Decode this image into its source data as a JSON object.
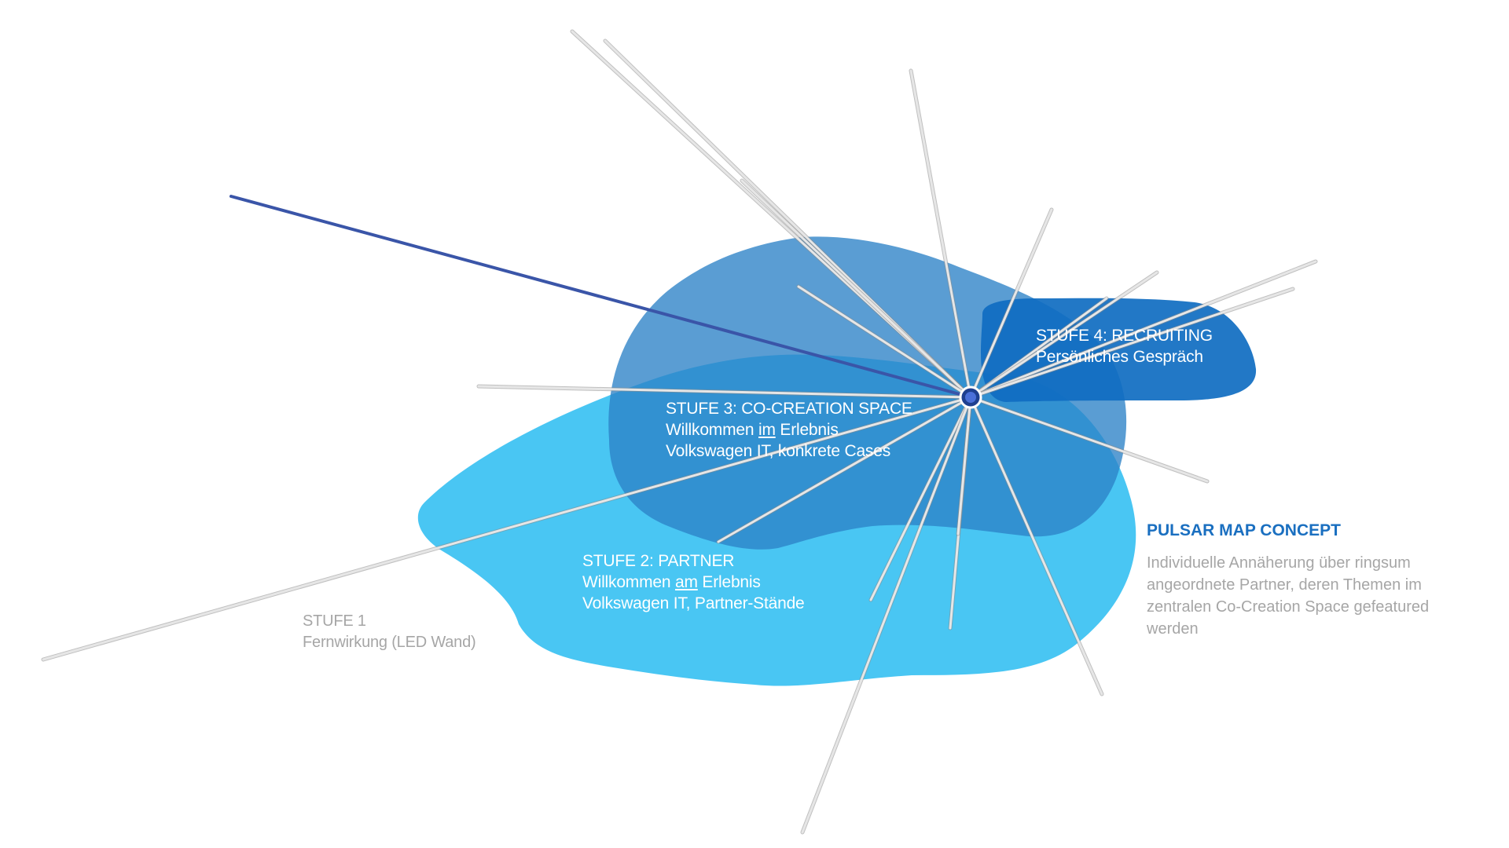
{
  "colors": {
    "stage2_fill": "#49c6f3",
    "stage3_fill": "#2b81c6",
    "stage4_fill": "#0f6dc1",
    "ray_color": "#e6e6e6",
    "ray_edge": "#8c8c8c",
    "highlight_ray": "#3a55a8",
    "hub": "#1e3f8f",
    "title_color": "#1a6fc0",
    "grey_text": "#a6a6a6"
  },
  "stages": {
    "stage4": {
      "title": "STUFE 4: RECRUITING",
      "line1": "Persönliches Gespräch"
    },
    "stage3": {
      "title": "STUFE 3: CO-CREATION SPACE",
      "line1_pre": "Willkommen ",
      "line1_u": "im",
      "line1_post": " Erlebnis",
      "line2": "Volkswagen IT, konkrete Cases"
    },
    "stage2": {
      "title": "STUFE 2: PARTNER",
      "line1_pre": "Willkommen ",
      "line1_u": "am",
      "line1_post": " Erlebnis",
      "line2": "Volkswagen IT, Partner-Stände"
    },
    "stage1": {
      "title": "STUFE 1",
      "line1": "Fernwirkung (LED Wand)"
    }
  },
  "concept": {
    "title": "PULSAR MAP CONCEPT",
    "lines": [
      "Individuelle Annäherung über ringsum",
      "angeordnete Partner, deren Themen im",
      "zentralen Co-Creation Space gefeatured",
      "werden"
    ]
  }
}
